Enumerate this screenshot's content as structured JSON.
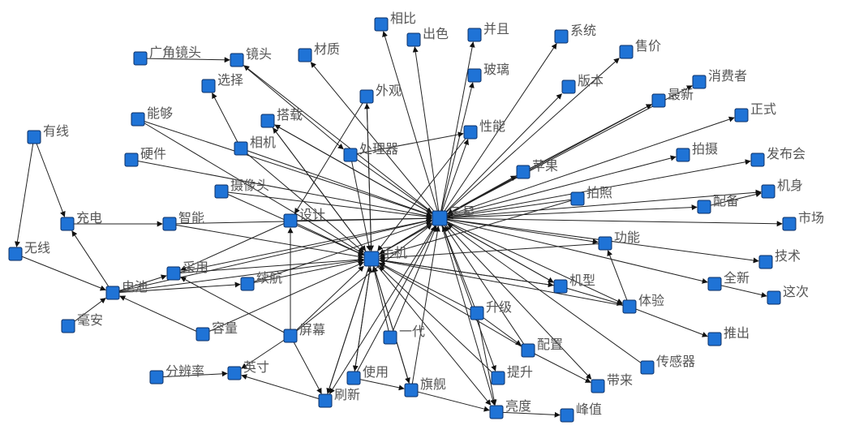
{
  "graph": {
    "style": {
      "node_fill": "#1f73d6",
      "node_stroke": "#0b2f66",
      "edge_color": "#222222",
      "label_color": "#555555"
    },
    "nodes": [
      {
        "id": "sanxing",
        "label": "三星"
      },
      {
        "id": "shouji",
        "label": "手机"
      },
      {
        "id": "xiangbi",
        "label": "相比"
      },
      {
        "id": "chuse",
        "label": "出色"
      },
      {
        "id": "bingqie",
        "label": "并且"
      },
      {
        "id": "xitong",
        "label": "系统"
      },
      {
        "id": "shoujia",
        "label": "售价"
      },
      {
        "id": "guangjiao",
        "label": "广角镜头"
      },
      {
        "id": "jingtou",
        "label": "镜头"
      },
      {
        "id": "caizhi",
        "label": "材质"
      },
      {
        "id": "boli",
        "label": "玻璃"
      },
      {
        "id": "xiaofeizhe",
        "label": "消费者"
      },
      {
        "id": "xuanze",
        "label": "选择"
      },
      {
        "id": "waiguan",
        "label": "外观"
      },
      {
        "id": "banben",
        "label": "版本"
      },
      {
        "id": "zuixin",
        "label": "最新"
      },
      {
        "id": "zhengshi",
        "label": "正式"
      },
      {
        "id": "nenggou",
        "label": "能够"
      },
      {
        "id": "dazai",
        "label": "搭载"
      },
      {
        "id": "xingneng",
        "label": "性能"
      },
      {
        "id": "youxian",
        "label": "有线"
      },
      {
        "id": "xiangji",
        "label": "相机"
      },
      {
        "id": "chuliqi",
        "label": "处理器"
      },
      {
        "id": "paishe",
        "label": "拍摄"
      },
      {
        "id": "fabuhui",
        "label": "发布会"
      },
      {
        "id": "yingjian",
        "label": "硬件"
      },
      {
        "id": "pingguo",
        "label": "苹果"
      },
      {
        "id": "jishen",
        "label": "机身"
      },
      {
        "id": "shexiangtou",
        "label": "摄像头"
      },
      {
        "id": "paizhao",
        "label": "拍照"
      },
      {
        "id": "peibei",
        "label": "配备"
      },
      {
        "id": "chongdian",
        "label": "充电"
      },
      {
        "id": "zhineng",
        "label": "智能"
      },
      {
        "id": "sheji",
        "label": "设计"
      },
      {
        "id": "shichang",
        "label": "市场"
      },
      {
        "id": "wuxian",
        "label": "无线"
      },
      {
        "id": "gongneng",
        "label": "功能"
      },
      {
        "id": "jishu",
        "label": "技术"
      },
      {
        "id": "caiyong",
        "label": "采用"
      },
      {
        "id": "xuhang",
        "label": "续航"
      },
      {
        "id": "quanxin",
        "label": "全新"
      },
      {
        "id": "dianchi",
        "label": "电池"
      },
      {
        "id": "jixing",
        "label": "机型"
      },
      {
        "id": "zheci",
        "label": "这次"
      },
      {
        "id": "tiyan",
        "label": "体验"
      },
      {
        "id": "haoan",
        "label": "毫安"
      },
      {
        "id": "shengji",
        "label": "升级"
      },
      {
        "id": "rongliang",
        "label": "容量"
      },
      {
        "id": "pingmu",
        "label": "屏幕"
      },
      {
        "id": "yidai",
        "label": "一代"
      },
      {
        "id": "tuichu",
        "label": "推出"
      },
      {
        "id": "peizhi",
        "label": "配置"
      },
      {
        "id": "chuanganqi",
        "label": "传感器"
      },
      {
        "id": "fenbianlv",
        "label": "分辨率"
      },
      {
        "id": "yingcun",
        "label": "英寸"
      },
      {
        "id": "shiyong",
        "label": "使用"
      },
      {
        "id": "tisheng",
        "label": "提升"
      },
      {
        "id": "daielai",
        "label": "带来"
      },
      {
        "id": "qijian",
        "label": "旗舰"
      },
      {
        "id": "shuaxin",
        "label": "刷新"
      },
      {
        "id": "liangdu",
        "label": "亮度"
      },
      {
        "id": "fengzhi",
        "label": "峰值"
      }
    ],
    "edges": [
      [
        "sanxing",
        "xiangbi"
      ],
      [
        "sanxing",
        "chuse"
      ],
      [
        "sanxing",
        "bingqie"
      ],
      [
        "sanxing",
        "xitong"
      ],
      [
        "sanxing",
        "shoujia"
      ],
      [
        "sanxing",
        "boli"
      ],
      [
        "sanxing",
        "xiaofeizhe"
      ],
      [
        "sanxing",
        "banben"
      ],
      [
        "sanxing",
        "zuixin"
      ],
      [
        "sanxing",
        "zhengshi"
      ],
      [
        "sanxing",
        "xingneng"
      ],
      [
        "sanxing",
        "paishe"
      ],
      [
        "sanxing",
        "fabuhui"
      ],
      [
        "sanxing",
        "jishen"
      ],
      [
        "sanxing",
        "peibei"
      ],
      [
        "sanxing",
        "shichang"
      ],
      [
        "sanxing",
        "gongneng"
      ],
      [
        "sanxing",
        "jishu"
      ],
      [
        "sanxing",
        "quanxin"
      ],
      [
        "sanxing",
        "jixing"
      ],
      [
        "sanxing",
        "tiyan"
      ],
      [
        "sanxing",
        "shuaxin"
      ],
      [
        "sanxing",
        "liangdu"
      ],
      [
        "sanxing",
        "daielai"
      ],
      [
        "sanxing",
        "dazai"
      ],
      [
        "sanxing",
        "jingtou"
      ],
      [
        "sanxing",
        "caizhi"
      ],
      [
        "sanxing",
        "tisheng"
      ],
      [
        "sanxing",
        "pingguo"
      ],
      [
        "pingguo",
        "sanxing"
      ],
      [
        "xiangji",
        "sanxing"
      ],
      [
        "chuliqi",
        "sanxing"
      ],
      [
        "paizhao",
        "sanxing"
      ],
      [
        "zhineng",
        "sanxing"
      ],
      [
        "sheji",
        "sanxing"
      ],
      [
        "yingjian",
        "sanxing"
      ],
      [
        "nenggou",
        "sanxing"
      ],
      [
        "shexiangtou",
        "sanxing"
      ],
      [
        "caiyong",
        "sanxing"
      ],
      [
        "xuhang",
        "sanxing"
      ],
      [
        "shengji",
        "sanxing"
      ],
      [
        "yidai",
        "sanxing"
      ],
      [
        "chuanganqi",
        "sanxing"
      ],
      [
        "shiyong",
        "sanxing"
      ],
      [
        "qijian",
        "sanxing"
      ],
      [
        "peizhi",
        "sanxing"
      ],
      [
        "pingmu",
        "sanxing"
      ],
      [
        "shouji",
        "sanxing"
      ],
      [
        "dianchi",
        "sanxing"
      ],
      [
        "sanxing",
        "shouji"
      ],
      [
        "sheji",
        "shouji"
      ],
      [
        "xiangji",
        "shouji"
      ],
      [
        "shexiangtou",
        "shouji"
      ],
      [
        "caiyong",
        "shouji"
      ],
      [
        "xuhang",
        "shouji"
      ],
      [
        "dianchi",
        "shouji"
      ],
      [
        "rongliang",
        "shouji"
      ],
      [
        "pingmu",
        "shouji"
      ],
      [
        "yidai",
        "shouji"
      ],
      [
        "shengji",
        "shouji"
      ],
      [
        "jixing",
        "shouji"
      ],
      [
        "tiyan",
        "shouji"
      ],
      [
        "gongneng",
        "shouji"
      ],
      [
        "paizhao",
        "shouji"
      ],
      [
        "pingguo",
        "shouji"
      ],
      [
        "xingneng",
        "shouji"
      ],
      [
        "chuliqi",
        "shouji"
      ],
      [
        "dazai",
        "shouji"
      ],
      [
        "zhineng",
        "shouji"
      ],
      [
        "nenggou",
        "shouji"
      ],
      [
        "waiguan",
        "shouji"
      ],
      [
        "shiyong",
        "shouji"
      ],
      [
        "tisheng",
        "shouji"
      ],
      [
        "qijian",
        "shouji"
      ],
      [
        "peizhi",
        "shouji"
      ],
      [
        "shouji",
        "jixing"
      ],
      [
        "shouji",
        "shuaxin"
      ],
      [
        "shouji",
        "qijian"
      ],
      [
        "shouji",
        "liangdu"
      ],
      [
        "shouji",
        "dazai"
      ],
      [
        "shouji",
        "waiguan"
      ],
      [
        "waiguan",
        "sheji"
      ],
      [
        "shouji",
        "shuaxin"
      ],
      [
        "guangjiao",
        "jingtou"
      ],
      [
        "xiangji",
        "xuanze"
      ],
      [
        "jingtou",
        "chuliqi"
      ],
      [
        "youxian",
        "chongdian"
      ],
      [
        "youxian",
        "wuxian"
      ],
      [
        "wuxian",
        "dianchi"
      ],
      [
        "chongdian",
        "zhineng"
      ],
      [
        "dianchi",
        "chongdian"
      ],
      [
        "haoan",
        "dianchi"
      ],
      [
        "rongliang",
        "dianchi"
      ],
      [
        "dianchi",
        "caiyong"
      ],
      [
        "dianchi",
        "xuhang"
      ],
      [
        "pingmu",
        "caiyong"
      ],
      [
        "pingmu",
        "sheji"
      ],
      [
        "pingmu",
        "shuaxin"
      ],
      [
        "pingmu",
        "yingcun"
      ],
      [
        "fenbianlv",
        "yingcun"
      ],
      [
        "shuaxin",
        "yingcun"
      ],
      [
        "shiyong",
        "qijian"
      ],
      [
        "qijian",
        "liangdu"
      ],
      [
        "liangdu",
        "fengzhi"
      ],
      [
        "shengji",
        "peizhi"
      ],
      [
        "peizhi",
        "daielai"
      ],
      [
        "jixing",
        "tiyan"
      ],
      [
        "tiyan",
        "gongneng"
      ],
      [
        "tiyan",
        "tuichu"
      ],
      [
        "quanxin",
        "zheci"
      ],
      [
        "peibei",
        "jishen"
      ],
      [
        "chuliqi",
        "xingneng"
      ],
      [
        "dazai",
        "jixing"
      ],
      [
        "pingguo",
        "zuixin"
      ],
      [
        "shouji",
        "shiyong"
      ],
      [
        "shengji",
        "liangdu"
      ],
      [
        "sheji",
        "caiyong"
      ]
    ]
  }
}
